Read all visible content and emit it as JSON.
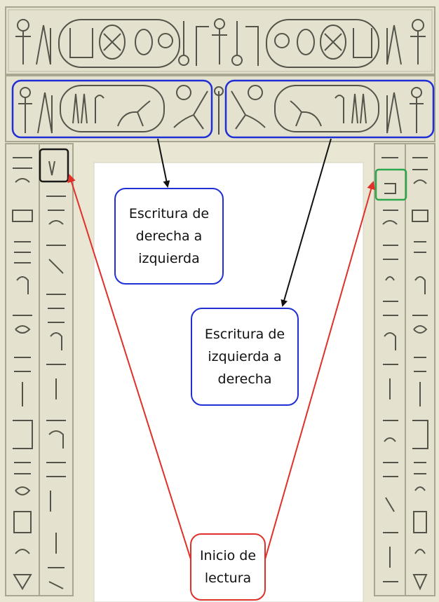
{
  "labels": {
    "right_to_left": "Escritura de derecha a izquierda",
    "left_to_right": "Escritura de izquierda a derecha",
    "reading_start": "Inicio de lectura"
  },
  "colors": {
    "stone": "#e9e7d4",
    "stone_dark": "#c9c6ad",
    "carving": "#55544a",
    "doorway": "#ffffff",
    "callout_blue": "#1f2fd6",
    "arrow_red": "#e0302a",
    "highlight_green": "#2fa64a",
    "highlight_black": "#1a1a1a"
  }
}
